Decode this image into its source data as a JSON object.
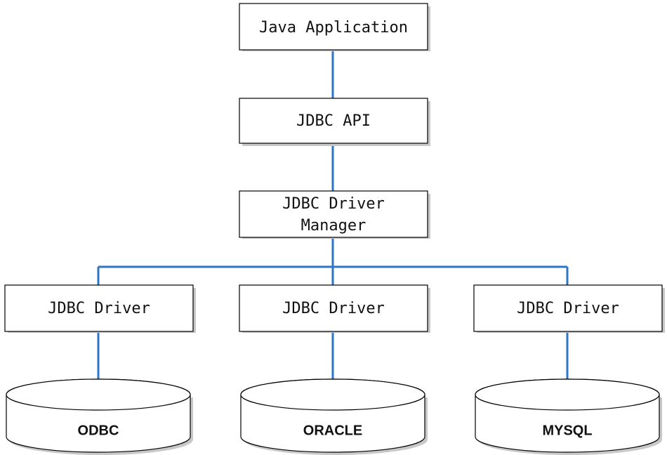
{
  "nodes": {
    "java_application": "Java Application",
    "jdbc_api": "JDBC API",
    "driver_manager": [
      "JDBC Driver",
      "Manager"
    ],
    "drivers": [
      "JDBC Driver",
      "JDBC Driver",
      "JDBC Driver"
    ],
    "databases": [
      "ODBC",
      "ORACLE",
      "MYSQL"
    ]
  },
  "colors": {
    "connector": "#2e75c4",
    "box_fill": "#ffffff",
    "box_border": "#000000",
    "shadow": "#c8c8c8"
  }
}
